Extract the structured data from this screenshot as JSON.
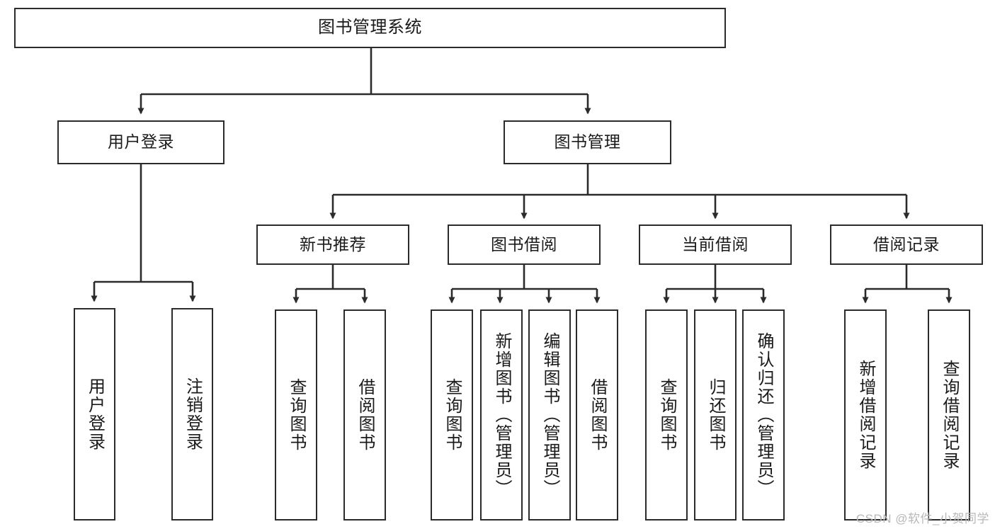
{
  "diagram": {
    "title": "图书管理系统",
    "root": {
      "label": "图书管理系统"
    },
    "level2": [
      {
        "label": "用户登录"
      },
      {
        "label": "图书管理"
      }
    ],
    "level3": [
      {
        "label": "新书推荐"
      },
      {
        "label": "图书借阅"
      },
      {
        "label": "当前借阅"
      },
      {
        "label": "借阅记录"
      }
    ],
    "leaves": {
      "user_login": [
        {
          "label": "用户登录"
        },
        {
          "label": "注销登录"
        }
      ],
      "new_book_recommend": [
        {
          "label": "查询图书"
        },
        {
          "label": "借阅图书"
        }
      ],
      "book_borrow": [
        {
          "label": "查询图书"
        },
        {
          "label": "新增图书（管理员）"
        },
        {
          "label": "编辑图书（管理员）"
        },
        {
          "label": "借阅图书"
        }
      ],
      "current_borrow": [
        {
          "label": "查询图书"
        },
        {
          "label": "归还图书"
        },
        {
          "label": "确认归还（管理员）"
        }
      ],
      "borrow_record": [
        {
          "label": "新增借阅记录"
        },
        {
          "label": "查询借阅记录"
        }
      ]
    }
  },
  "watermark": {
    "text": "CSDN @软件_小贺同学"
  },
  "colors": {
    "stroke": "#2b2b2b",
    "background": "#ffffff",
    "text": "#1a1a1a",
    "watermark": "#b8b8b8"
  }
}
